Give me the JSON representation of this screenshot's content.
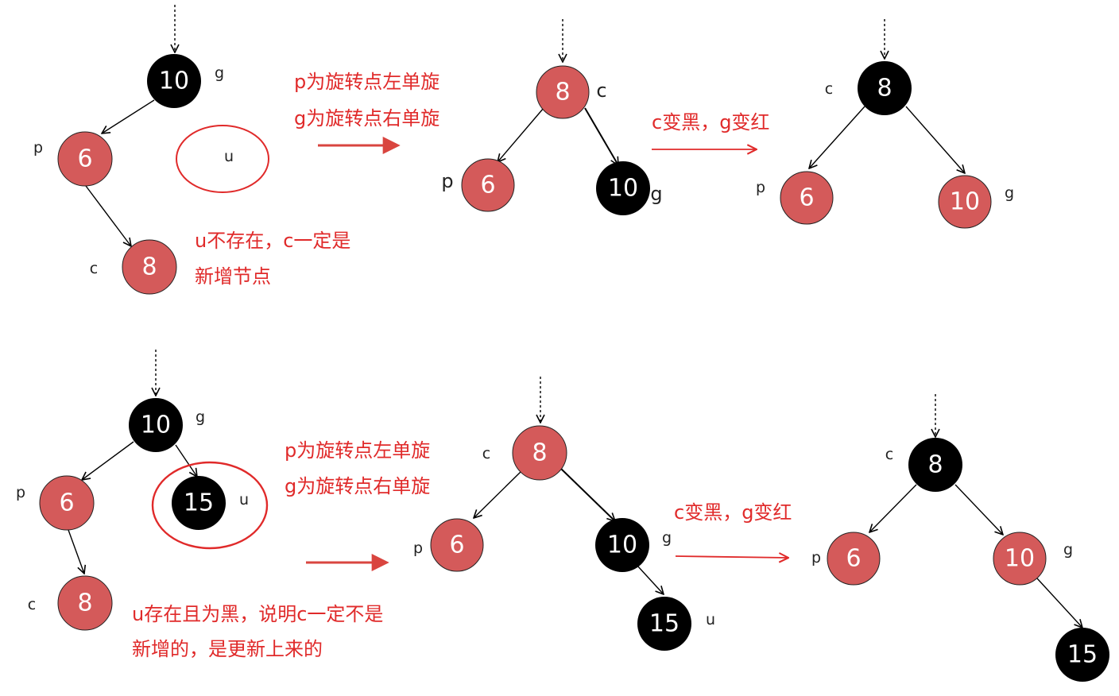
{
  "colors": {
    "red_node": "#d45a5a",
    "black_node": "#000000",
    "annotation_red": "#e02a2a",
    "edge": "#000000",
    "arrow_red": "#d9453f"
  },
  "top_row": {
    "before": {
      "g_value": "10",
      "g_label": "g",
      "p_value": "6",
      "p_label": "p",
      "c_value": "8",
      "c_label": "c",
      "u_label": "u"
    },
    "step1_text": [
      "p为旋转点左单旋",
      "g为旋转点右单旋"
    ],
    "after_rotation": {
      "c_value": "8",
      "c_label": "c",
      "p_value": "6",
      "p_label": "p",
      "g_value": "10",
      "g_label": "g"
    },
    "step2_text": "c变黑，g变红",
    "after_recolor": {
      "c_value": "8",
      "c_label": "c",
      "p_value": "6",
      "p_label": "p",
      "g_value": "10",
      "g_label": "g"
    },
    "note": [
      "u不存在，c一定是",
      "新增节点"
    ]
  },
  "bottom_row": {
    "before": {
      "g_value": "10",
      "g_label": "g",
      "p_value": "6",
      "p_label": "p",
      "c_value": "8",
      "c_label": "c",
      "u_value": "15",
      "u_label": "u"
    },
    "step1_text": [
      "p为旋转点左单旋",
      "g为旋转点右单旋"
    ],
    "after_rotation": {
      "c_value": "8",
      "c_label": "c",
      "p_value": "6",
      "p_label": "p",
      "g_value": "10",
      "g_label": "g",
      "u_value": "15",
      "u_label": "u"
    },
    "step2_text": "c变黑，g变红",
    "after_recolor": {
      "c_value": "8",
      "c_label": "c",
      "p_value": "6",
      "p_label": "p",
      "g_value": "10",
      "g_label": "g",
      "u_value": "15"
    },
    "note": [
      "u存在且为黑，说明c一定不是",
      "新增的，是更新上来的"
    ]
  }
}
